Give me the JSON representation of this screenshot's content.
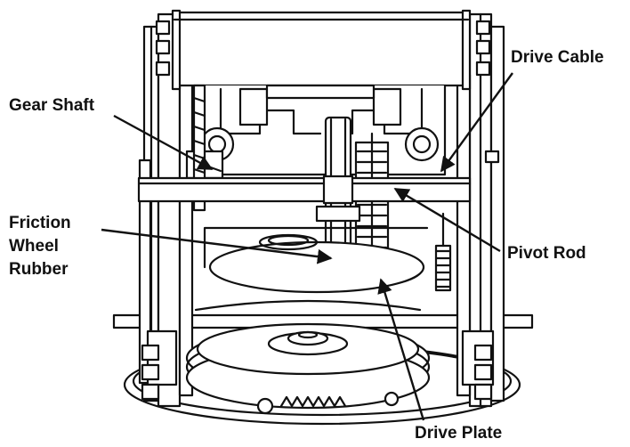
{
  "labels": {
    "gear_shaft": "Gear Shaft",
    "drive_cable": "Drive Cable",
    "friction_wheel_line1": "Friction",
    "friction_wheel_line2": "Wheel",
    "friction_wheel_line3": "Rubber",
    "pivot_rod": "Pivot Rod",
    "drive_plate": "Drive Plate"
  },
  "colors": {
    "ink": "#111111",
    "paper": "#ffffff",
    "shade": "#d9d9d9"
  }
}
